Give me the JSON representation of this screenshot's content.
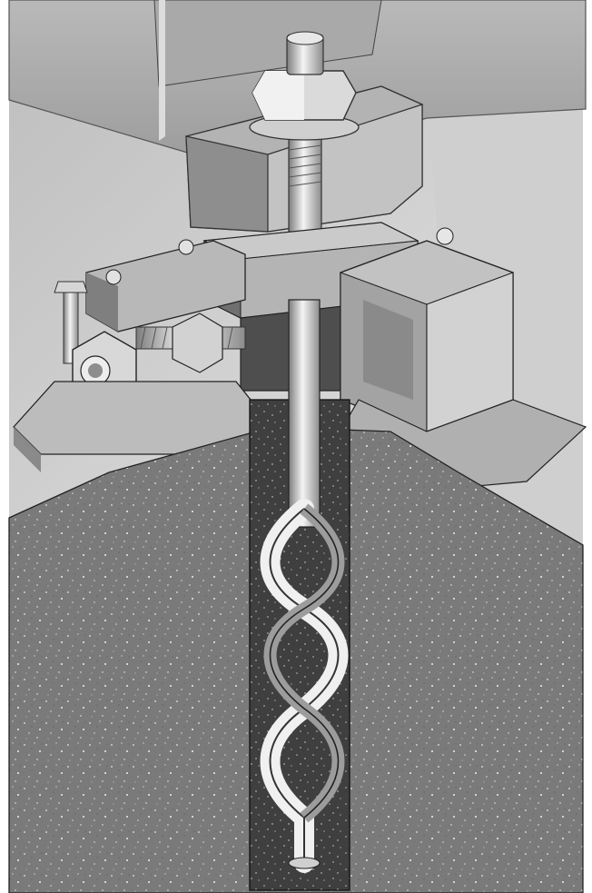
{
  "image": {
    "kind": "technical-illustration",
    "palette": {
      "background": "#ffffff",
      "machine_light": "#c9c9c9",
      "machine_mid": "#9a9a9a",
      "machine_dark": "#5c5c5c",
      "floor_light": "#d8d8d8",
      "concrete": "#7a7a7a",
      "grout": "#3f3f3f",
      "steel_highlight": "#f2f2f2",
      "outline": "#222222"
    },
    "components": [
      "machine-housing",
      "mounting-bracket",
      "top-hex-nut",
      "washer",
      "threaded-stud",
      "leveling-wedge-block",
      "side-adjusting-screw",
      "hex-nut-assembly",
      "base-plate",
      "support-chock",
      "concrete-foundation",
      "grout-pocket",
      "spiral-anchor-bolt"
    ]
  }
}
